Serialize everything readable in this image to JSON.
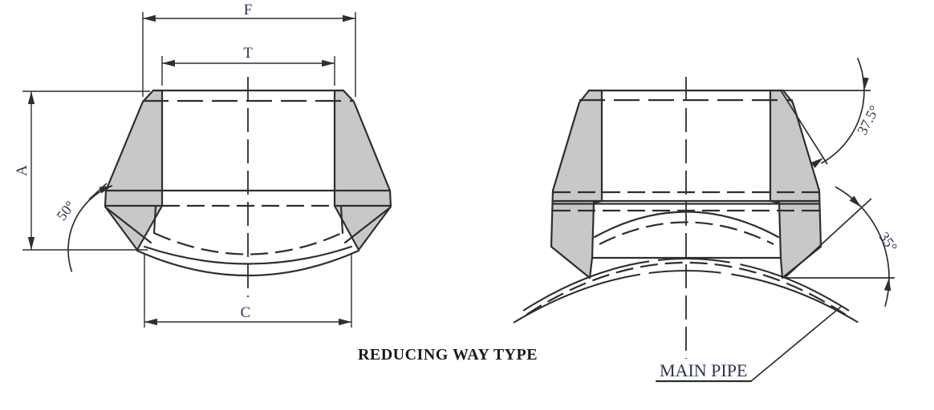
{
  "drawing": {
    "caption": "REDUCING WAY TYPE",
    "labels": {
      "f": "F",
      "t": "T",
      "a": "A",
      "c": "C",
      "angle50": "50°",
      "angle375": "37.5°",
      "angle35": "35°"
    },
    "main_pipe": "MAIN PIPE",
    "colors": {
      "background": "#ffffff",
      "line": "#2e2e2e",
      "section_fill": "#c8c8c8",
      "dimension_text": "#2b3453",
      "caption_text": "#1a1a1a"
    }
  }
}
